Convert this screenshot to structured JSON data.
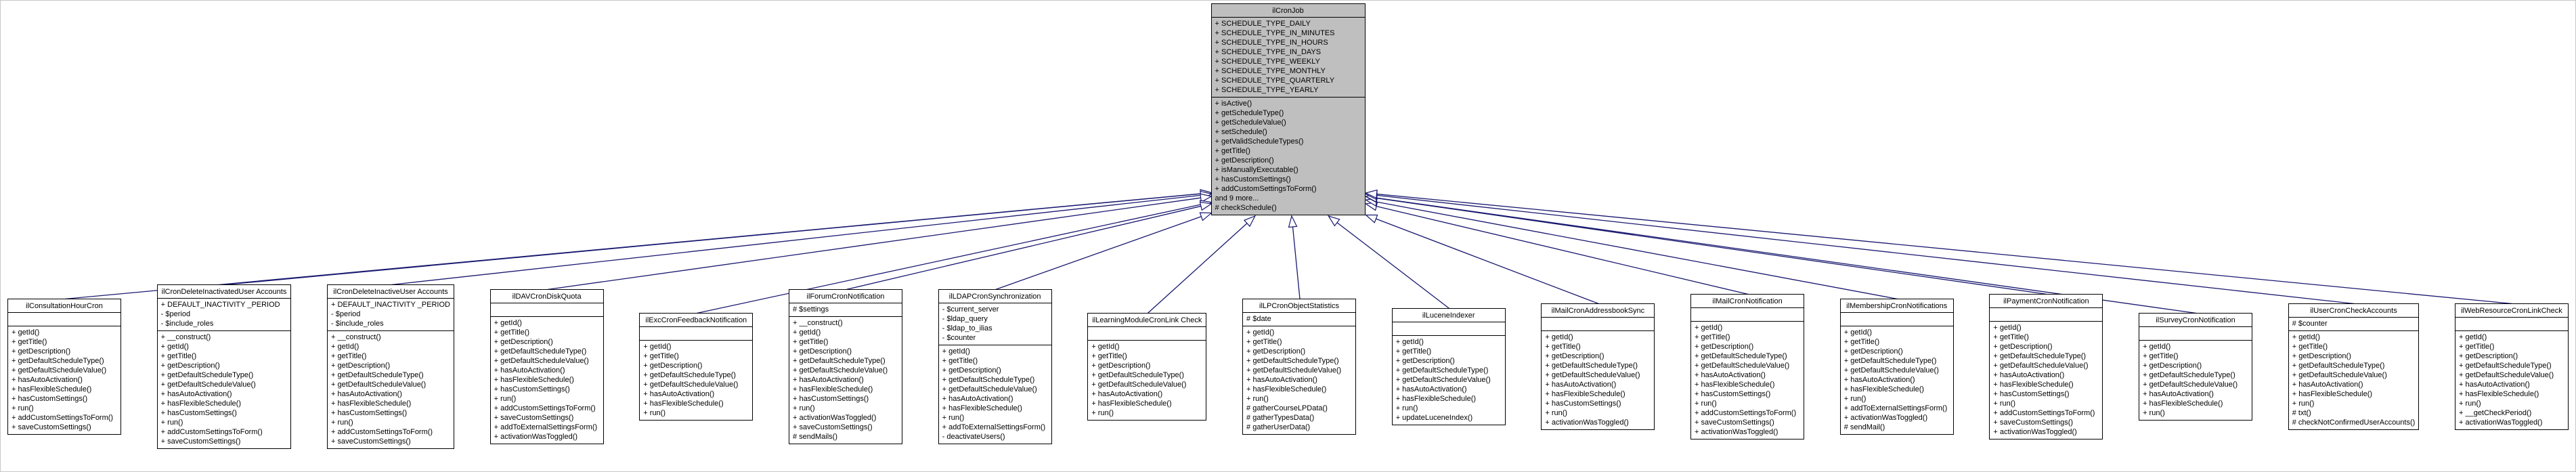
{
  "diagram": {
    "type": "uml-class-inheritance",
    "colors": {
      "base_fill": "#bfbfbf",
      "derived_fill": "#ffffff",
      "border": "#000000",
      "edge": "#191970"
    },
    "base_class": {
      "name": "ilCronJob",
      "attributes": [
        "+ SCHEDULE_TYPE_DAILY",
        "+ SCHEDULE_TYPE_IN_MINUTES",
        "+ SCHEDULE_TYPE_IN_HOURS",
        "+ SCHEDULE_TYPE_IN_DAYS",
        "+ SCHEDULE_TYPE_WEEKLY",
        "+ SCHEDULE_TYPE_MONTHLY",
        "+ SCHEDULE_TYPE_QUARTERLY",
        "+ SCHEDULE_TYPE_YEARLY"
      ],
      "methods": [
        "+ isActive()",
        "+ getScheduleType()",
        "+ getScheduleValue()",
        "+ setSchedule()",
        "+ getValidScheduleTypes()",
        "+ getTitle()",
        "+ getDescription()",
        "+ isManuallyExecutable()",
        "+ hasCustomSettings()",
        "+ addCustomSettingsToForm()",
        "and 9 more...",
        "# checkSchedule()"
      ]
    },
    "derived_classes": [
      {
        "name": "ilConsultationHourCron",
        "attributes": [],
        "methods": [
          "+ getId()",
          "+ getTitle()",
          "+ getDescription()",
          "+ getDefaultScheduleType()",
          "+ getDefaultScheduleValue()",
          "+ hasAutoActivation()",
          "+ hasFlexibleSchedule()",
          "+ hasCustomSettings()",
          "+ run()",
          "+ addCustomSettingsToForm()",
          "+ saveCustomSettings()"
        ]
      },
      {
        "name": "ilCronDeleteInactivatedUser Accounts",
        "attributes": [
          "+ DEFAULT_INACTIVITY _PERIOD",
          "- $period",
          "- $include_roles"
        ],
        "methods": [
          "+ __construct()",
          "+ getId()",
          "+ getTitle()",
          "+ getDescription()",
          "+ getDefaultScheduleType()",
          "+ getDefaultScheduleValue()",
          "+ hasAutoActivation()",
          "+ hasFlexibleSchedule()",
          "+ hasCustomSettings()",
          "+ run()",
          "+ addCustomSettingsToForm()",
          "+ saveCustomSettings()"
        ]
      },
      {
        "name": "ilCronDeleteInactiveUser Accounts",
        "attributes": [
          "+ DEFAULT_INACTIVITY _PERIOD",
          "- $period",
          "- $include_roles"
        ],
        "methods": [
          "+ __construct()",
          "+ getId()",
          "+ getTitle()",
          "+ getDescription()",
          "+ getDefaultScheduleType()",
          "+ getDefaultScheduleValue()",
          "+ hasAutoActivation()",
          "+ hasFlexibleSchedule()",
          "+ hasCustomSettings()",
          "+ run()",
          "+ addCustomSettingsToForm()",
          "+ saveCustomSettings()"
        ]
      },
      {
        "name": "ilDAVCronDiskQuota",
        "attributes": [],
        "methods": [
          "+ getId()",
          "+ getTitle()",
          "+ getDescription()",
          "+ getDefaultScheduleType()",
          "+ getDefaultScheduleValue()",
          "+ hasAutoActivation()",
          "+ hasFlexibleSchedule()",
          "+ hasCustomSettings()",
          "+ run()",
          "+ addCustomSettingsToForm()",
          "+ saveCustomSettings()",
          "+ addToExternalSettingsForm()",
          "+ activationWasToggled()"
        ]
      },
      {
        "name": "ilExcCronFeedbackNotification",
        "attributes": [],
        "methods": [
          "+ getId()",
          "+ getTitle()",
          "+ getDescription()",
          "+ getDefaultScheduleType()",
          "+ getDefaultScheduleValue()",
          "+ hasAutoActivation()",
          "+ hasFlexibleSchedule()",
          "+ run()"
        ]
      },
      {
        "name": "ilForumCronNotification",
        "attributes": [
          "# $settings"
        ],
        "methods": [
          "+ __construct()",
          "+ getId()",
          "+ getTitle()",
          "+ getDescription()",
          "+ getDefaultScheduleType()",
          "+ getDefaultScheduleValue()",
          "+ hasAutoActivation()",
          "+ hasFlexibleSchedule()",
          "+ hasCustomSettings()",
          "+ run()",
          "+ activationWasToggled()",
          "+ saveCustomSettings()",
          "# sendMails()"
        ]
      },
      {
        "name": "ilLDAPCronSynchronization",
        "attributes": [
          "- $current_server",
          "- $ldap_query",
          "- $ldap_to_ilias",
          "- $counter"
        ],
        "methods": [
          "+ getId()",
          "+ getTitle()",
          "+ getDescription()",
          "+ getDefaultScheduleType()",
          "+ getDefaultScheduleValue()",
          "+ hasAutoActivation()",
          "+ hasFlexibleSchedule()",
          "+ run()",
          "+ addToExternalSettingsForm()",
          "- deactivateUsers()"
        ]
      },
      {
        "name": "ilLearningModuleCronLink Check",
        "attributes": [],
        "methods": [
          "+ getId()",
          "+ getTitle()",
          "+ getDescription()",
          "+ getDefaultScheduleType()",
          "+ getDefaultScheduleValue()",
          "+ hasAutoActivation()",
          "+ hasFlexibleSchedule()",
          "+ run()"
        ]
      },
      {
        "name": "ilLPCronObjectStatistics",
        "attributes": [
          "# $date"
        ],
        "methods": [
          "+ getId()",
          "+ getTitle()",
          "+ getDescription()",
          "+ getDefaultScheduleType()",
          "+ getDefaultScheduleValue()",
          "+ hasAutoActivation()",
          "+ hasFlexibleSchedule()",
          "+ run()",
          "# gatherCourseLPData()",
          "# gatherTypesData()",
          "# gatherUserData()"
        ]
      },
      {
        "name": "ilLuceneIndexer",
        "attributes": [],
        "methods": [
          "+ getId()",
          "+ getTitle()",
          "+ getDescription()",
          "+ getDefaultScheduleType()",
          "+ getDefaultScheduleValue()",
          "+ hasAutoActivation()",
          "+ hasFlexibleSchedule()",
          "+ run()",
          "+ updateLuceneIndex()"
        ]
      },
      {
        "name": "ilMailCronAddressbookSync",
        "attributes": [],
        "methods": [
          "+ getId()",
          "+ getTitle()",
          "+ getDescription()",
          "+ getDefaultScheduleType()",
          "+ getDefaultScheduleValue()",
          "+ hasAutoActivation()",
          "+ hasFlexibleSchedule()",
          "+ hasCustomSettings()",
          "+ run()",
          "+ activationWasToggled()"
        ]
      },
      {
        "name": "ilMailCronNotification",
        "attributes": [],
        "methods": [
          "+ getId()",
          "+ getTitle()",
          "+ getDescription()",
          "+ getDefaultScheduleType()",
          "+ getDefaultScheduleValue()",
          "+ hasAutoActivation()",
          "+ hasFlexibleSchedule()",
          "+ hasCustomSettings()",
          "+ run()",
          "+ addCustomSettingsToForm()",
          "+ saveCustomSettings()",
          "+ activationWasToggled()"
        ]
      },
      {
        "name": "ilMembershipCronNotifications",
        "attributes": [],
        "methods": [
          "+ getId()",
          "+ getTitle()",
          "+ getDescription()",
          "+ getDefaultScheduleType()",
          "+ getDefaultScheduleValue()",
          "+ hasAutoActivation()",
          "+ hasFlexibleSchedule()",
          "+ run()",
          "+ addToExternalSettingsForm()",
          "+ activationWasToggled()",
          "# sendMail()"
        ]
      },
      {
        "name": "ilPaymentCronNotification",
        "attributes": [],
        "methods": [
          "+ getId()",
          "+ getTitle()",
          "+ getDescription()",
          "+ getDefaultScheduleType()",
          "+ getDefaultScheduleValue()",
          "+ hasAutoActivation()",
          "+ hasFlexibleSchedule()",
          "+ hasCustomSettings()",
          "+ run()",
          "+ addCustomSettingsToForm()",
          "+ saveCustomSettings()",
          "+ activationWasToggled()"
        ]
      },
      {
        "name": "ilSurveyCronNotification",
        "attributes": [],
        "methods": [
          "+ getId()",
          "+ getTitle()",
          "+ getDescription()",
          "+ getDefaultScheduleType()",
          "+ getDefaultScheduleValue()",
          "+ hasAutoActivation()",
          "+ hasFlexibleSchedule()",
          "+ run()"
        ]
      },
      {
        "name": "ilUserCronCheckAccounts",
        "attributes": [
          "# $counter"
        ],
        "methods": [
          "+ getId()",
          "+ getTitle()",
          "+ getDescription()",
          "+ getDefaultScheduleType()",
          "+ getDefaultScheduleValue()",
          "+ hasAutoActivation()",
          "+ hasFlexibleSchedule()",
          "+ run()",
          "# txt()",
          "# checkNotConfirmedUserAccounts()"
        ]
      },
      {
        "name": "ilWebResourceCronLinkCheck",
        "attributes": [],
        "methods": [
          "+ getId()",
          "+ getTitle()",
          "+ getDescription()",
          "+ getDefaultScheduleType()",
          "+ getDefaultScheduleValue()",
          "+ hasAutoActivation()",
          "+ hasFlexibleSchedule()",
          "+ run()",
          "+ __getCheckPeriod()",
          "+ activationWasToggled()"
        ]
      }
    ]
  }
}
